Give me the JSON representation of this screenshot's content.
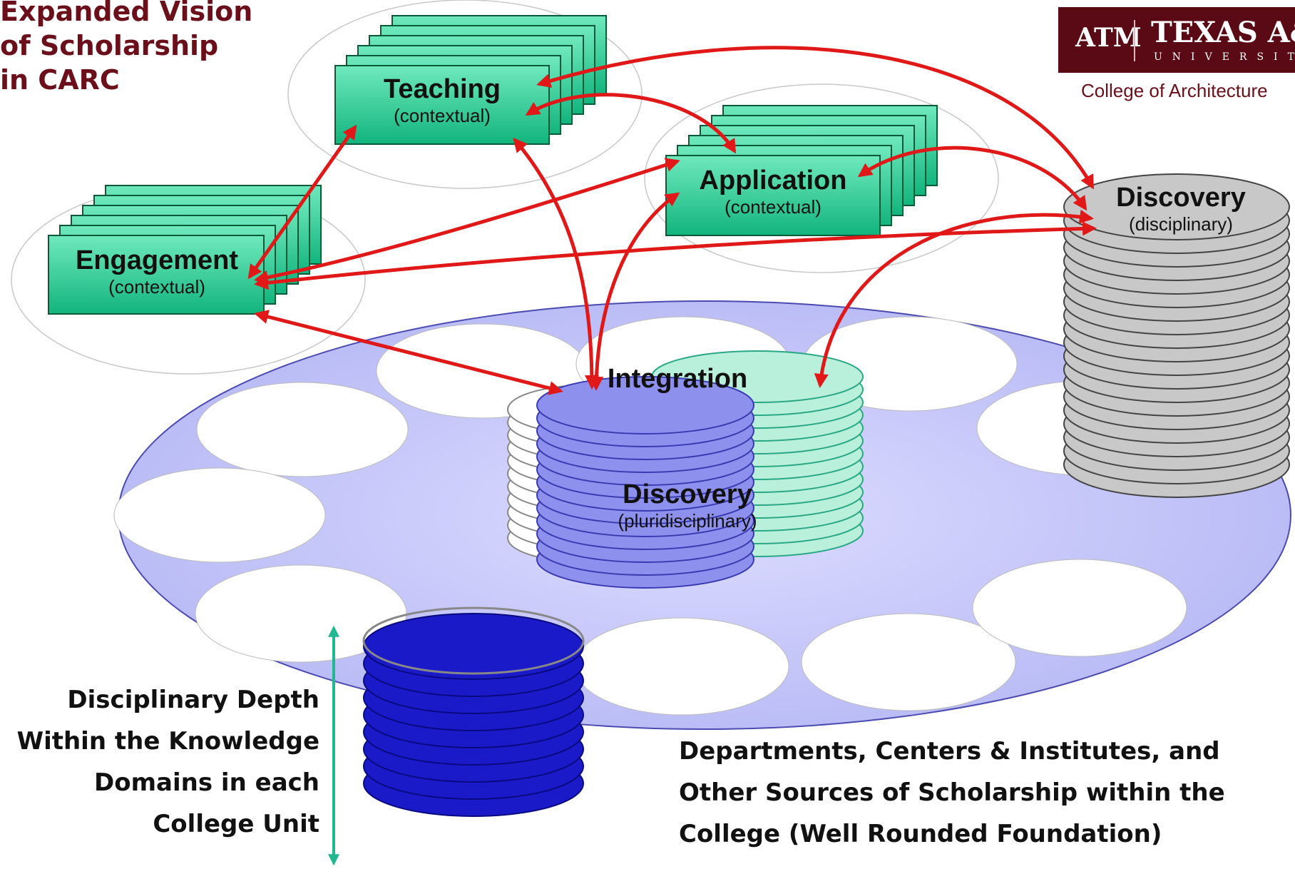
{
  "title": {
    "line1": "Expanded Vision",
    "line2": "of Scholarship",
    "line3": "in CARC"
  },
  "logo": {
    "mark": "ATM",
    "name": "TEXAS A&M",
    "sub": "UNIVERSITY",
    "college": "College of Architecture"
  },
  "nodes": {
    "teaching": {
      "label": "Teaching",
      "sub": "(contextual)"
    },
    "application": {
      "label": "Application",
      "sub": "(contextual)"
    },
    "engagement": {
      "label": "Engagement",
      "sub": "(contextual)"
    },
    "discovery_disciplinary": {
      "label": "Discovery",
      "sub": "(disciplinary)"
    },
    "integration": {
      "label": "Integration"
    },
    "discovery_pluri": {
      "label": "Discovery",
      "sub": "(pluridisciplinary)"
    }
  },
  "depth_label": {
    "line1": "Disciplinary Depth",
    "line2": "Within the Knowledge",
    "line3": "Domains in each",
    "line4": "College Unit"
  },
  "foundation_label": {
    "line1": "Departments, Centers & Institutes, and",
    "line2": "Other Sources of Scholarship within the",
    "line3": "College (Well Rounded Foundation)"
  },
  "colors": {
    "title": "#6b0f1a",
    "node_fill": "#20c090",
    "arrow": "#e01818",
    "platform": "#c4c6fa",
    "integration_stack": "#8e90ee",
    "green_stack": "#b8f0dc",
    "gray_stack": "#c8c8c8",
    "depth_stack": "#1a1ac8",
    "depth_arrow": "#20b890"
  }
}
